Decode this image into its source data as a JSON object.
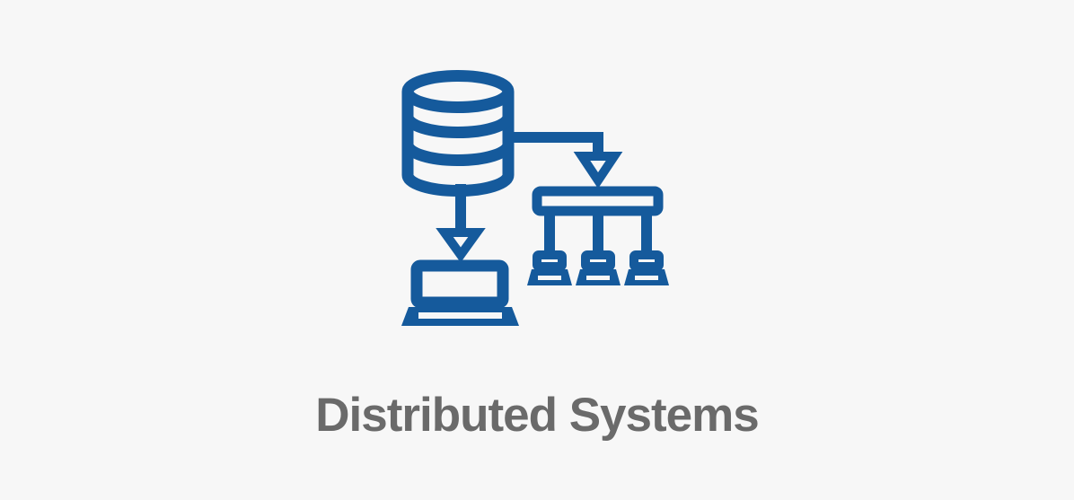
{
  "caption": {
    "text": "Distributed Systems"
  },
  "colors": {
    "background": "#f7f7f7",
    "icon_blue": "#155a9c",
    "caption_gray": "#6a6a6a"
  },
  "icon": {
    "name": "distributed-systems",
    "elements": [
      "database-cylinder",
      "arrow-to-network-hub",
      "network-hub-bar",
      "terminal-node-1",
      "terminal-node-2",
      "terminal-node-3",
      "arrow-to-laptop",
      "laptop"
    ]
  }
}
